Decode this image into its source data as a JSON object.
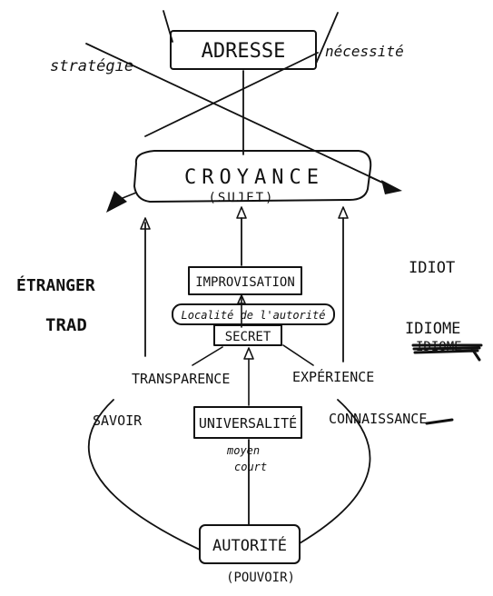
{
  "diagram": {
    "adresse": "ADRESSE",
    "strategie": "stratégie",
    "necessite": "nécessité",
    "croyance": "CROYANCE",
    "sujet": "(SUJET)",
    "etranger": "ÉTRANGER",
    "trad": "TRAD",
    "idiot": "IDIOT",
    "idiome": "IDIOME",
    "idiome_struck": "IDIOME",
    "improvisation": "IMPROVISATION",
    "localite": "Localité de l'autorité",
    "secret": "SECRET",
    "transparence": "TRANSPARENCE",
    "experience": "EXPÉRIENCE",
    "savoir": "SAVOIR",
    "connaissance": "CONNAISSANCE",
    "universalite": "UNIVERSALITÉ",
    "moyen": "moyen",
    "court": "court",
    "autorite": "AUTORITÉ",
    "pouvoir": "(POUVOIR)",
    "ink_color": "#111111"
  }
}
